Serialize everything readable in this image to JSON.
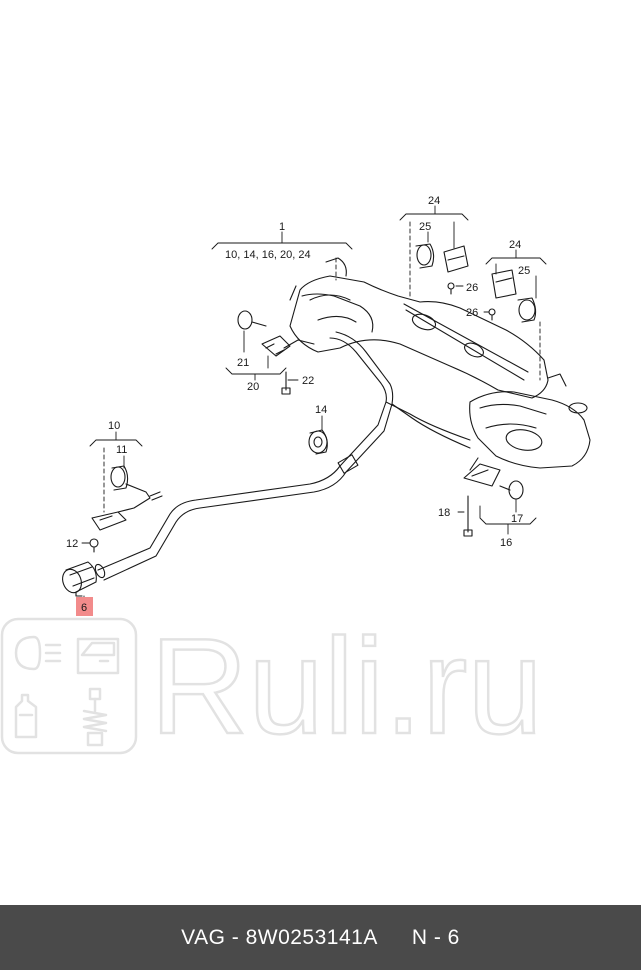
{
  "callouts": {
    "c1": "1",
    "c1_sub": "10, 14, 16, 20, 24",
    "c6": "6",
    "c10": "10",
    "c11": "11",
    "c12": "12",
    "c14": "14",
    "c16": "16",
    "c17": "17",
    "c18": "18",
    "c20": "20",
    "c21": "21",
    "c22": "22",
    "c24a": "24",
    "c25a": "25",
    "c26a": "26",
    "c24b": "24",
    "c25b": "25",
    "c26b": "26"
  },
  "highlight_color": "#f28b8b",
  "watermark": {
    "text": "Ruli.ru",
    "icons": [
      "headlight-icon",
      "door-icon",
      "oil-bottle-icon",
      "shock-absorber-icon"
    ]
  },
  "footer": {
    "part": "VAG - 8W0253141A",
    "position": "N - 6"
  }
}
